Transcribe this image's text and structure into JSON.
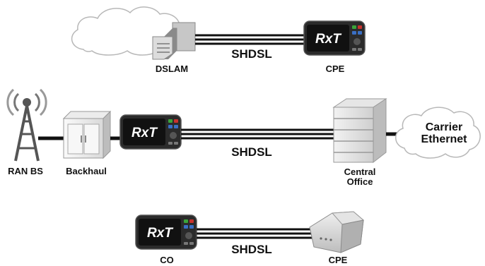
{
  "row1": {
    "link_label": "SHDSL",
    "left_label": "DSLAM",
    "right_label": "CPE",
    "device_logo": "RxT"
  },
  "row2": {
    "link_label": "SHDSL",
    "ran_label": "RAN BS",
    "backhaul_label": "Backhaul",
    "co_label_line1": "Central",
    "co_label_line2": "Office",
    "cloud_line1": "Carrier",
    "cloud_line2": "Ethernet",
    "device_logo": "RxT"
  },
  "row3": {
    "link_label": "SHDSL",
    "left_label": "CO",
    "right_label": "CPE",
    "device_logo": "RxT"
  },
  "colors": {
    "line": "#111111",
    "cloud_stroke": "#b8b8b8",
    "device_body": "#2b2b2b",
    "screen": "#111111",
    "key_green": "#3aa43a",
    "key_red": "#c8322d",
    "key_blue": "#3a6fc4"
  }
}
